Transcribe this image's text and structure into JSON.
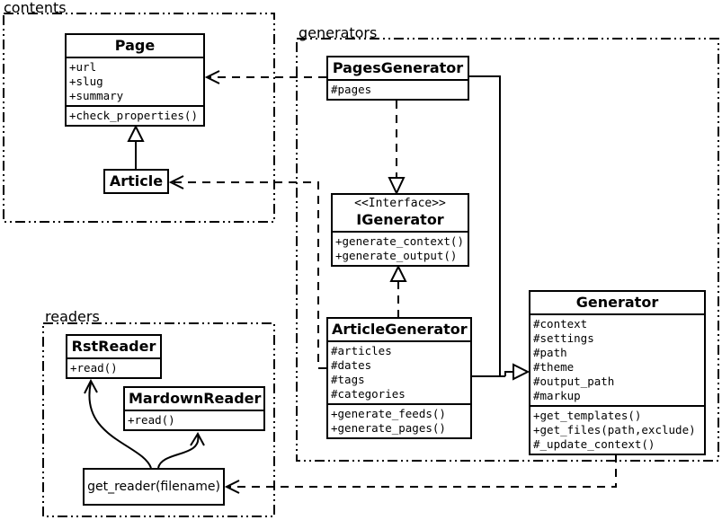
{
  "diagram_type": "uml-class-diagram",
  "colors": {
    "line": "#000000",
    "background": "#ffffff",
    "box_fill": "#ffffff",
    "text": "#000000"
  },
  "packages": {
    "contents": {
      "label": "contents"
    },
    "generators": {
      "label": "generators"
    },
    "readers": {
      "label": "readers"
    }
  },
  "classes": {
    "page": {
      "name": "Page",
      "attributes": [
        "+url",
        "+slug",
        "+summary"
      ],
      "methods": [
        "+check_properties()"
      ]
    },
    "article": {
      "name": "Article"
    },
    "pages_generator": {
      "name": "PagesGenerator",
      "attributes": [
        "#pages"
      ]
    },
    "igenerator": {
      "stereotype": "<<Interface>>",
      "name": "IGenerator",
      "methods": [
        "+generate_context()",
        "+generate_output()"
      ]
    },
    "article_generator": {
      "name": "ArticleGenerator",
      "attributes": [
        "#articles",
        "#dates",
        "#tags",
        "#categories"
      ],
      "methods": [
        "+generate_feeds()",
        "+generate_pages()"
      ]
    },
    "generator": {
      "name": "Generator",
      "attributes": [
        "#context",
        "#settings",
        "#path",
        "#theme",
        "#output_path",
        "#markup"
      ],
      "methods": [
        "+get_templates()",
        "+get_files(path,exclude)",
        "#_update_context()"
      ]
    },
    "rst_reader": {
      "name": "RstReader",
      "methods": [
        "+read()"
      ]
    },
    "mardown_reader": {
      "name": "MardownReader",
      "methods": [
        "+read()"
      ]
    },
    "get_reader": {
      "name": "get_reader(filename)"
    }
  },
  "relationships": [
    {
      "from": "Article",
      "to": "Page",
      "type": "generalization",
      "line": "solid",
      "head": "hollow-triangle"
    },
    {
      "from": "PagesGenerator",
      "to": "Page",
      "type": "dependency",
      "line": "dashed",
      "head": "open-arrow"
    },
    {
      "from": "ArticleGenerator",
      "to": "Article",
      "type": "dependency",
      "line": "dashed",
      "head": "open-arrow"
    },
    {
      "from": "PagesGenerator",
      "to": "IGenerator",
      "type": "realization",
      "line": "dashed",
      "head": "hollow-triangle"
    },
    {
      "from": "ArticleGenerator",
      "to": "IGenerator",
      "type": "realization",
      "line": "dashed",
      "head": "hollow-triangle"
    },
    {
      "from": "PagesGenerator",
      "to": "Generator",
      "type": "generalization",
      "line": "solid",
      "head": "hollow-triangle"
    },
    {
      "from": "ArticleGenerator",
      "to": "Generator",
      "type": "generalization",
      "line": "solid",
      "head": "hollow-triangle"
    },
    {
      "from": "Generator",
      "to": "get_reader(filename)",
      "type": "dependency",
      "line": "dashed",
      "head": "open-arrow"
    },
    {
      "from": "get_reader(filename)",
      "to": "RstReader",
      "type": "association",
      "line": "solid-curve",
      "head": "open-arrow"
    },
    {
      "from": "get_reader(filename)",
      "to": "MardownReader",
      "type": "association",
      "line": "solid-curve",
      "head": "open-arrow"
    }
  ]
}
